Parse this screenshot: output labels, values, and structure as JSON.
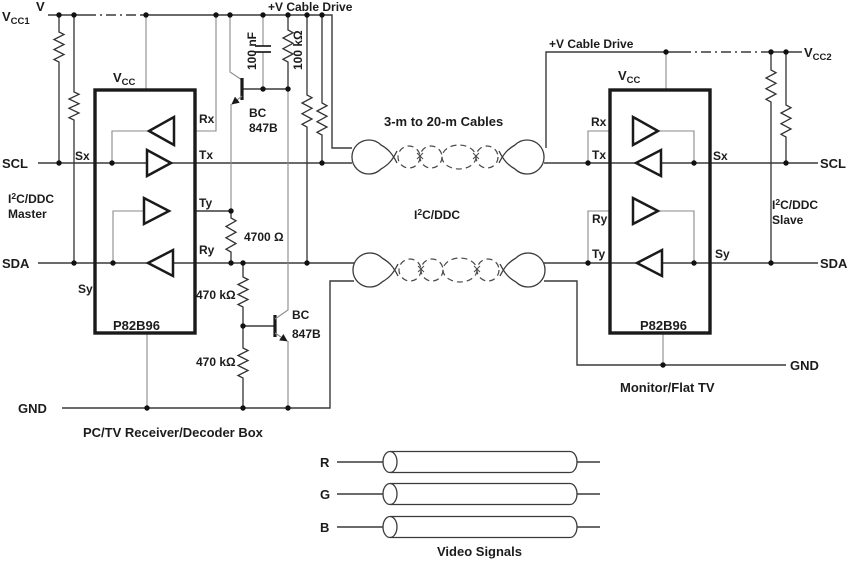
{
  "power": {
    "vcc1": {
      "main": "V",
      "sub": "CC1"
    },
    "vcc2": {
      "main": "V",
      "sub": "CC2"
    },
    "v_top": "V",
    "cable_drive_left": "+V Cable Drive",
    "cable_drive_right": "+V Cable Drive"
  },
  "left_device": {
    "name": "P82B96",
    "vcc": {
      "main": "V",
      "sub": "CC"
    },
    "pins": {
      "rx": "Rx",
      "tx": "Tx",
      "ty": "Ty",
      "ry": "Ry",
      "sx": "Sx",
      "sy": "Sy"
    },
    "system": {
      "line1_pre": "I",
      "line1_sup": "2",
      "line1_post": "C/DDC",
      "line2": "Master"
    },
    "caption": "PC/TV Receiver/Decoder Box"
  },
  "right_device": {
    "name": "P82B96",
    "vcc": {
      "main": "V",
      "sub": "CC"
    },
    "pins": {
      "rx": "Rx",
      "tx": "Tx",
      "ry": "Ry",
      "ty": "Ty",
      "sx": "Sx",
      "sy": "Sy"
    },
    "system": {
      "line1_pre": "I",
      "line1_sup": "2",
      "line1_post": "C/DDC",
      "line2": "Slave"
    },
    "caption": "Monitor/Flat TV"
  },
  "components": {
    "cap_value": "100 nF",
    "r_100k": "100 kΩ",
    "q1": {
      "line1": "BC",
      "line2": "847B"
    },
    "q2": {
      "line1": "BC",
      "line2": "847B"
    },
    "r_4700": "4700 Ω",
    "r_470k_top": "470 kΩ",
    "r_470k_bottom": "470 kΩ"
  },
  "nets": {
    "scl_left": "SCL",
    "sda_left": "SDA",
    "scl_right": "SCL",
    "sda_right": "SDA",
    "gnd_left": "GND",
    "gnd_right": "GND"
  },
  "cable": {
    "label": "3-m to 20-m Cables",
    "bus": {
      "pre": "I",
      "sup": "2",
      "post": "C/DDC"
    }
  },
  "video": {
    "r": "R",
    "g": "G",
    "b": "B",
    "caption": "Video Signals"
  },
  "colors": {
    "wire": "#3a3a3a",
    "thin_wire": "#8a8a8a",
    "ink": "#1c1c1c",
    "background": "#ffffff"
  }
}
